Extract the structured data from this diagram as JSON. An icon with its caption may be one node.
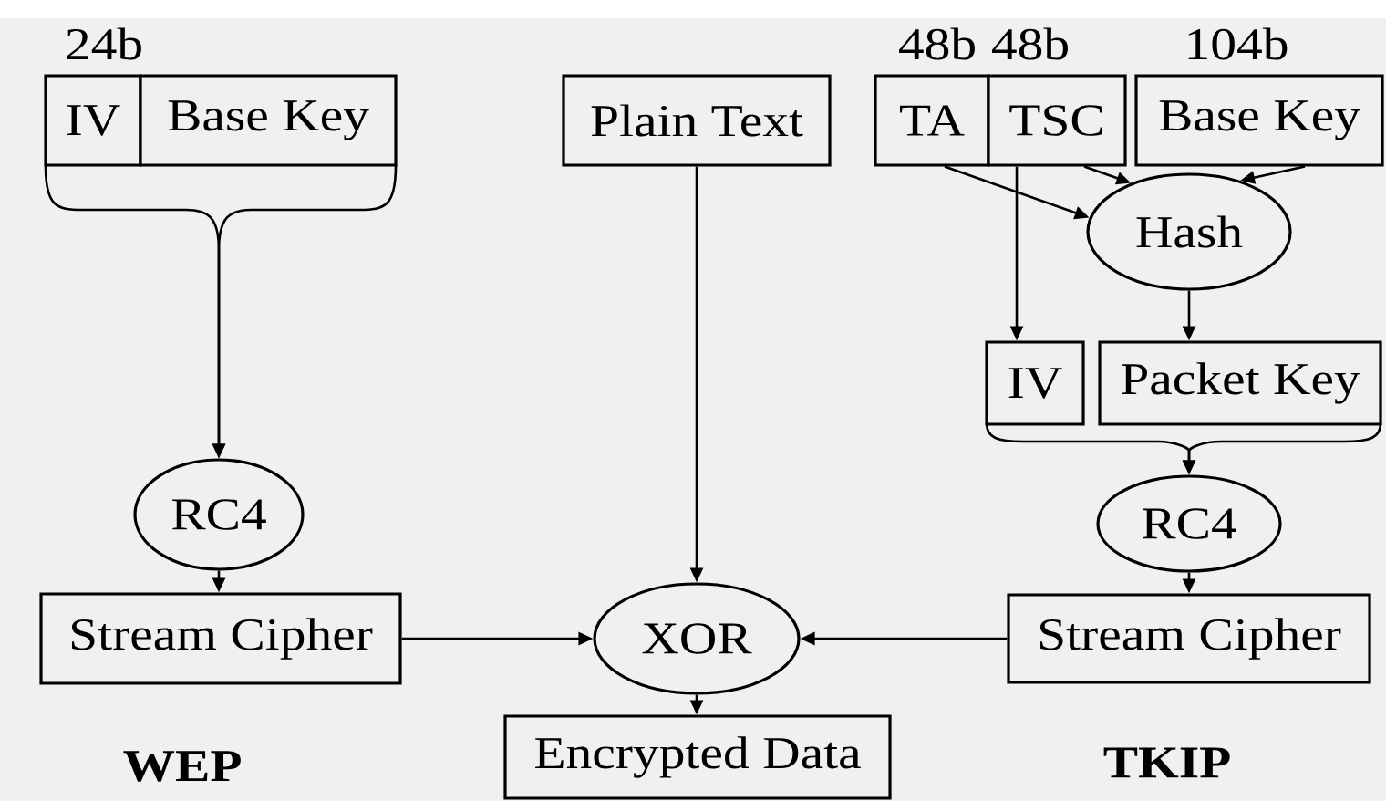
{
  "diagram": {
    "nodes": [
      {
        "text": [
          "IV"
        ],
        "beside": [
          "24b"
        ]
      },
      {
        "text": [
          "Base Key"
        ]
      },
      {
        "text": [
          "Plain Text"
        ]
      },
      {
        "text": [
          "TA"
        ],
        "beside": [
          "48b"
        ]
      },
      {
        "text": [
          "TSC"
        ],
        "beside": [
          "48b"
        ]
      },
      {
        "text": [
          "Base Key"
        ],
        "beside": [
          "104b"
        ]
      },
      {
        "text": [
          "Hash"
        ]
      },
      {
        "text": [
          "IV"
        ]
      },
      {
        "text": [
          "Packet Key"
        ]
      },
      {
        "text": [
          "RC4"
        ]
      },
      {
        "text": [
          "RC4"
        ]
      },
      {
        "text": [
          "Stream Cipher"
        ]
      },
      {
        "text": [
          "XOR"
        ]
      },
      {
        "text": [
          "Stream Cipher"
        ]
      },
      {
        "text": [
          "Encrypted Data"
        ]
      }
    ],
    "edges": [
      {
        "from": 0,
        "to": 9,
        "arrow": "to"
      },
      {
        "from": 1,
        "to": 9,
        "arrow": "to"
      },
      {
        "from": 3,
        "to": 6,
        "arrow": "to"
      },
      {
        "from": 4,
        "to": 6,
        "arrow": "to"
      },
      {
        "from": 5,
        "to": 6,
        "arrow": "to"
      },
      {
        "from": 4,
        "to": 7,
        "arrow": "to"
      },
      {
        "from": 6,
        "to": 8,
        "arrow": "to"
      },
      {
        "from": 7,
        "to": 10,
        "arrow": "to"
      },
      {
        "from": 8,
        "to": 10,
        "arrow": "to"
      },
      {
        "from": 9,
        "to": 11,
        "arrow": "to"
      },
      {
        "from": 10,
        "to": 13,
        "arrow": "to"
      },
      {
        "from": 2,
        "to": 12,
        "arrow": "to"
      },
      {
        "from": 11,
        "to": 12,
        "arrow": "to"
      },
      {
        "from": 13,
        "to": 12,
        "arrow": "to"
      },
      {
        "from": 12,
        "to": 14,
        "arrow": "to"
      }
    ],
    "labels": [
      "WEP",
      "TKIP"
    ]
  }
}
